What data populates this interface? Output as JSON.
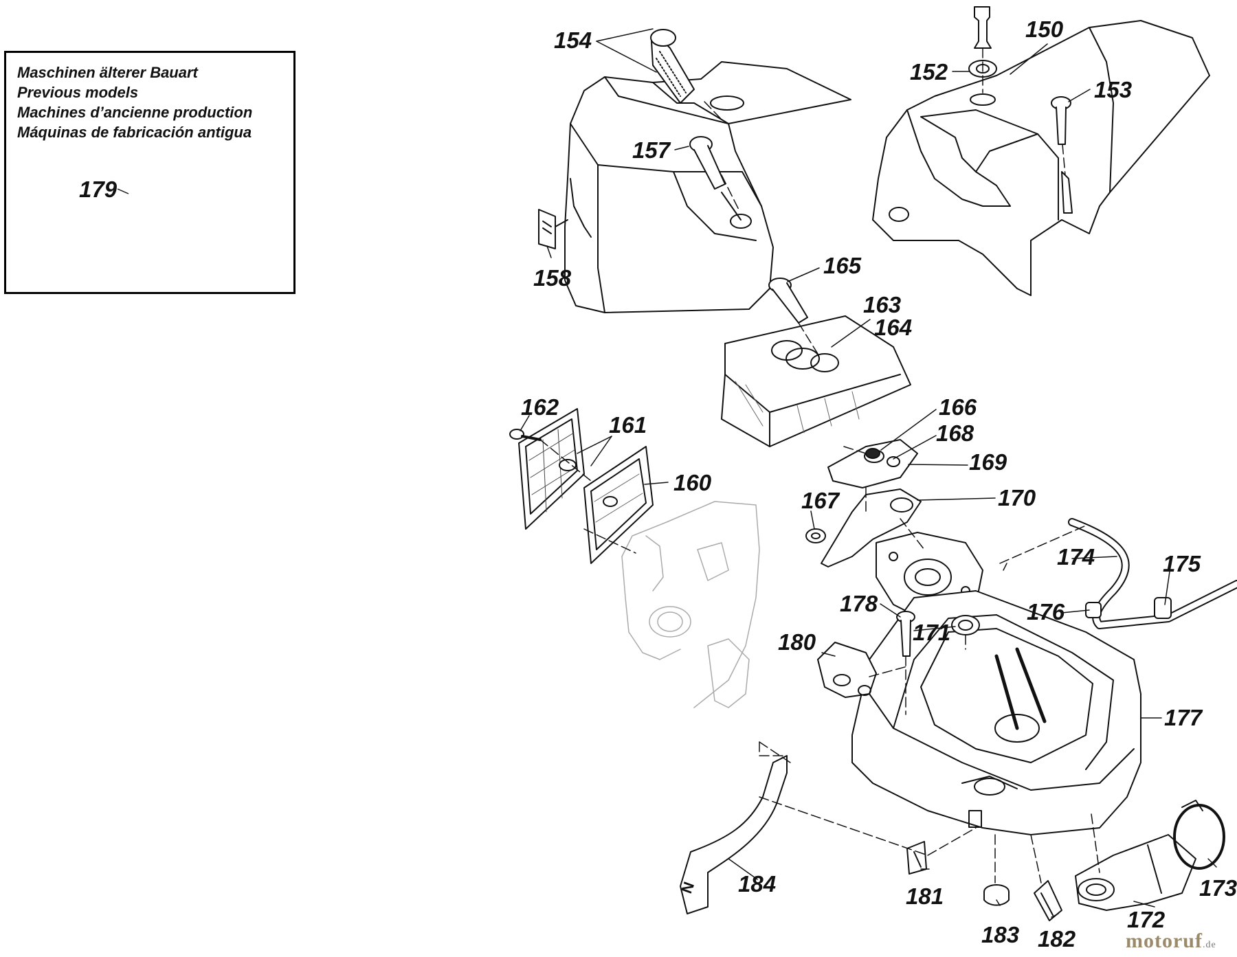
{
  "legend": {
    "lines": [
      "Maschinen älterer Bauart",
      "Previous models",
      "Machines d’ancienne production",
      "Máquinas de fabricación antigua"
    ],
    "part_number": "179"
  },
  "callouts": [
    "154",
    "150",
    "152",
    "153",
    "157",
    "158",
    "165",
    "163",
    "164",
    "162",
    "161",
    "160",
    "166",
    "168",
    "169",
    "167",
    "170",
    "174",
    "175",
    "178",
    "176",
    "171",
    "180",
    "177",
    "184",
    "181",
    "183",
    "182",
    "172",
    "173"
  ],
  "watermark": {
    "name": "motoruf",
    "suffix": ".de"
  }
}
